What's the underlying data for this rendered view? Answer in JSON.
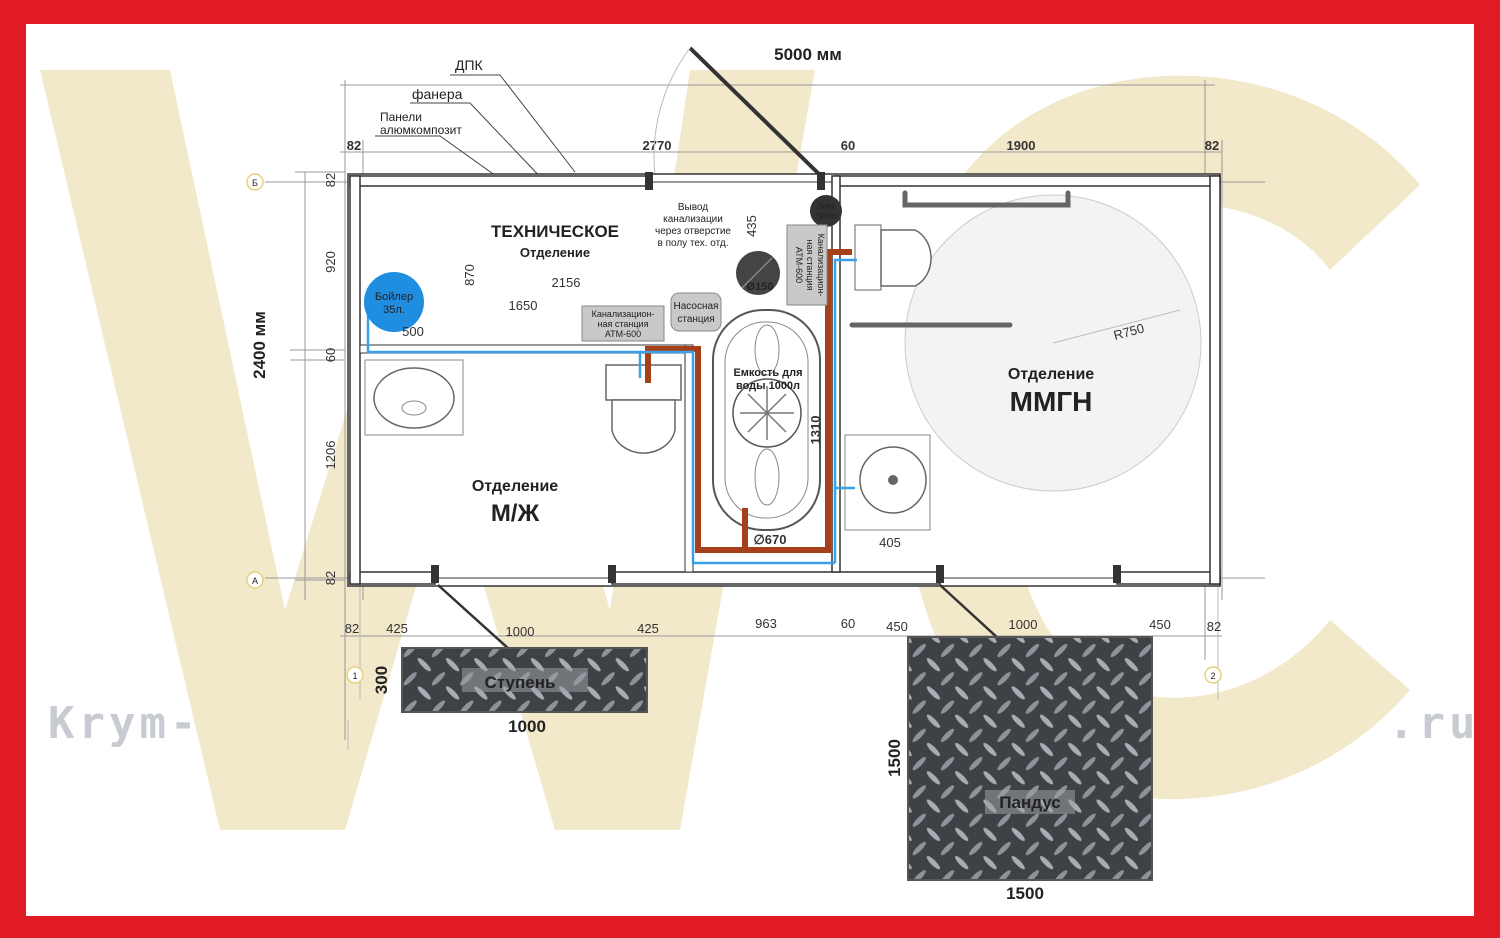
{
  "colors": {
    "border": "#e01b24",
    "watermark": "#f1e6c4",
    "wall": "#333333",
    "sewer_pipe": "#a5401b",
    "water_pipe": "#3aa0ea",
    "boiler": "#1f8de0",
    "plate": "#3e4246"
  },
  "watermark": {
    "left": "Krym-",
    "right": ".ru"
  },
  "overall": {
    "length": "5000 мм",
    "width": "2400 мм"
  },
  "layers": {
    "l1": "ДПК",
    "l2": "фанера",
    "l3a": "Панели",
    "l3b": "алюмкомпозит"
  },
  "axes": {
    "b": "Б",
    "a": "А",
    "n1": "1",
    "n2": "2"
  },
  "top_dims": {
    "d82a": "82",
    "d2770": "2770",
    "d60": "60",
    "d1900": "1900",
    "d82b": "82"
  },
  "left_dims": {
    "d82a": "82",
    "d920": "920",
    "d60": "60",
    "d1206": "1206",
    "d82b": "82"
  },
  "bottom_dims": {
    "d82a": "82",
    "d425a": "425",
    "d1000a": "1000",
    "d425b": "425",
    "d963": "963",
    "d60": "60",
    "d450a": "450",
    "d1000b": "1000",
    "d450b": "450",
    "d82b": "82"
  },
  "inner_dims": {
    "d2156": "2156",
    "d1650": "1650",
    "d500": "500",
    "d870": "870",
    "d435": "435",
    "d1310": "1310",
    "d405": "405",
    "r750": "R750",
    "d670": "∅670",
    "d150": "Ø150"
  },
  "rooms": {
    "tech_title": "ТЕХНИЧЕСКОЕ",
    "tech_sub": "Отделение",
    "mzh_title": "Отделение",
    "mzh_sub": "М/Ж",
    "mmgn_title": "Отделение",
    "mmgn_sub": "ММГН"
  },
  "labels": {
    "boiler1": "Бойлер",
    "boiler2": "35л.",
    "kns1a": "Канализацион-",
    "kns1b": "ная станция",
    "kns1c": "АТМ-600",
    "pump1": "Насосная",
    "pump2": "станция",
    "tank1": "Емкость для",
    "tank2": "воды 1000л",
    "outlet1": "Вывод",
    "outlet2": "канализации",
    "outlet3": "через отверстие",
    "outlet4": "в полу тех. отд.",
    "elec1": "Элек",
    "elec2": "трика",
    "kns2a": "Канализацион-",
    "kns2b": "ная станция",
    "kns2c": "АТМ-600"
  },
  "step": {
    "label": "Ступень",
    "w": "1000",
    "h": "300"
  },
  "ramp": {
    "label": "Пандус",
    "w": "1500",
    "h": "1500"
  }
}
